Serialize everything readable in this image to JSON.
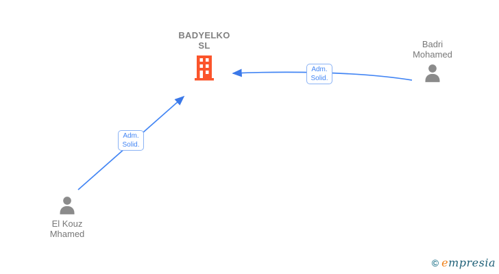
{
  "diagram": {
    "company": {
      "name_line1": "BADYELKO",
      "name_line2": "SL"
    },
    "persons": [
      {
        "id": "badri",
        "name_line1": "Badri",
        "name_line2": "Mohamed"
      },
      {
        "id": "elkouz",
        "name_line1": "El Kouz",
        "name_line2": "Mhamed"
      }
    ],
    "edges": [
      {
        "from": "badri",
        "to": "BADYELKO SL",
        "label_line1": "Adm.",
        "label_line2": "Solid."
      },
      {
        "from": "elkouz",
        "to": "BADYELKO SL",
        "label_line1": "Adm.",
        "label_line2": "Solid."
      }
    ]
  },
  "colors": {
    "edge_blue": "#4285F4",
    "label_border_blue": "#8AB2F5",
    "building_orange": "#FB542B",
    "person_gray": "#8B8B8B",
    "text_gray": "#777777",
    "logo_teal": "#1F6078",
    "logo_orange": "#F08119"
  },
  "footer": {
    "copyright_symbol": "©",
    "brand_first_letter": "e",
    "brand_rest": "mpresia"
  }
}
